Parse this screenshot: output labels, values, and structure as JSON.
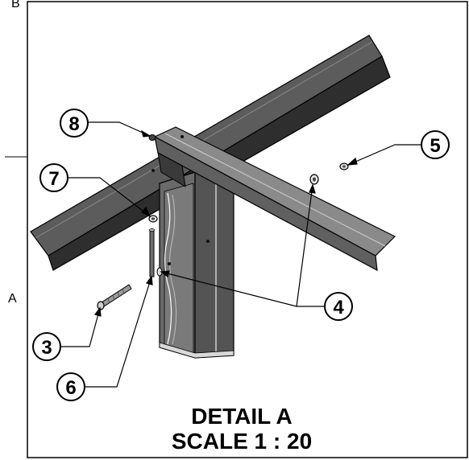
{
  "sheet": {
    "zone_letters": [
      "B",
      "A"
    ]
  },
  "detail": {
    "title": "DETAIL A",
    "scale": "SCALE 1 : 20"
  },
  "balloons": [
    {
      "id": "balloon-8",
      "label": "8"
    },
    {
      "id": "balloon-5",
      "label": "5"
    },
    {
      "id": "balloon-7",
      "label": "7"
    },
    {
      "id": "balloon-4",
      "label": "4"
    },
    {
      "id": "balloon-3",
      "label": "3"
    },
    {
      "id": "balloon-6",
      "label": "6"
    }
  ],
  "colors": {
    "steel_face": "#5c5c5c",
    "steel_dark": "#2e2e2e",
    "steel_light": "#9a9a9a",
    "line": "#000000"
  }
}
